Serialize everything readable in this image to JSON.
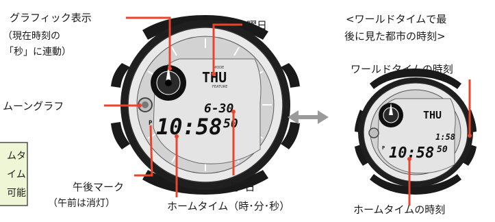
{
  "left_watch": {
    "labels": {
      "graphic_display": "グラフィック表示",
      "graphic_display_note_1": "（現在時刻の",
      "graphic_display_note_2": "「秒」に連動）",
      "day_of_week": "曜日",
      "moon_graph": "ムーングラフ",
      "pm_mark": "午後マーク",
      "pm_mark_note": "（午前は消灯）",
      "month_day": "月･日",
      "home_time": "ホームタイム（時･分･秒）"
    },
    "lcd": {
      "day": "THU",
      "date": "6-30",
      "pm_indicator": "P",
      "time": "10:58",
      "seconds": "50"
    }
  },
  "right_watch": {
    "labels": {
      "caption_line_1": "<ワールドタイムで最",
      "caption_line_2": "後に見た都市の時刻>",
      "world_time": "ワールドタイムの時刻",
      "home_time": "ホームタイムの時刻"
    },
    "lcd": {
      "day": "THU",
      "world_time": "1:58",
      "pm_indicator": "P",
      "time": "10:58",
      "seconds": "50"
    }
  },
  "side_box": {
    "lines": [
      "ムタ",
      "イム",
      "可能"
    ]
  },
  "colors": {
    "pointer": "#e8452c",
    "side_box_fill": "#eef6d6",
    "bezel": "#1a1a1a"
  }
}
